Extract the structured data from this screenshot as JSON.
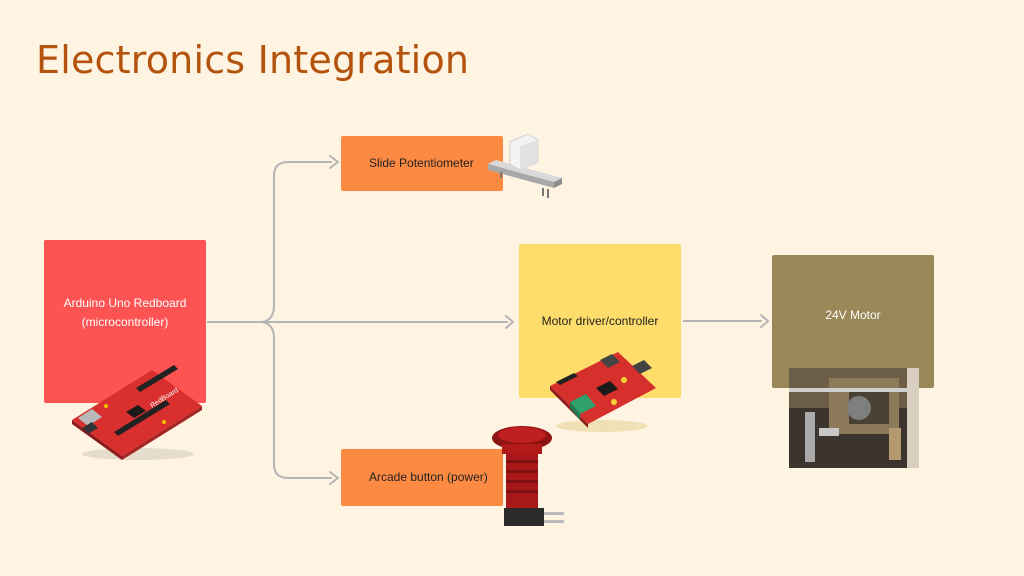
{
  "title": "Electronics Integration",
  "nodes": {
    "arduino": {
      "line1": "Arduino Uno Redboard",
      "line2": "(microcontroller)"
    },
    "slide_pot": {
      "label": "Slide Potentiometer"
    },
    "driver": {
      "label": "Motor driver/controller"
    },
    "motor": {
      "label": "24V Motor"
    },
    "arcade": {
      "label": "Arcade button (power)"
    }
  },
  "images": [
    "redboard-photo",
    "slide-potentiometer-photo",
    "motor-driver-photo",
    "motor-photo",
    "arcade-button-photo"
  ],
  "colors": {
    "background": "#FEF4E1",
    "title": "#B4530E",
    "arduino": "#FD5353",
    "orange_box": "#FD8A43",
    "driver": "#FEDD6A",
    "motor": "#9A8858",
    "connector": "#B5B5B5"
  }
}
